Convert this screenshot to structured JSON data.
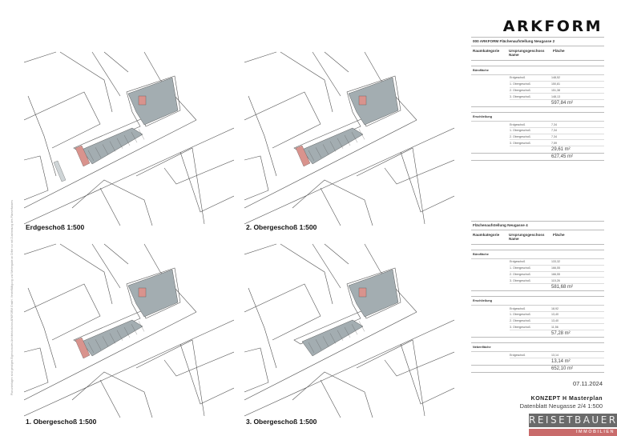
{
  "logo": "ARKFORM",
  "side_note": "Planunterlagen sind geistiges Eigentum des Architekturbüros ARKFORM GmbH. Vervielfältigung und Weitergabe an Dritte nur mit Zustimmung des Planverfassers",
  "plans": [
    {
      "label": "Erdgeschoß 1:500"
    },
    {
      "label": "2. Obergeschoß 1:500"
    },
    {
      "label": "1. Obergeschoß 1:500"
    },
    {
      "label": "3. Obergeschoß 1:500"
    }
  ],
  "colors": {
    "building": "#a3adb1",
    "highlight": "#d9938d",
    "lines": "#555555"
  },
  "table1": {
    "title": "000 ARKFORM Flächenaufstellung Neugasse 2",
    "headers": [
      "Raumkategorie",
      "Ursprungsgeschoss Name",
      "Fläche"
    ],
    "groups": [
      {
        "name": "Bürofläche",
        "rows": [
          [
            "Erdgeschoß",
            "148,52"
          ],
          [
            "1. Obergeschoß",
            "150,81"
          ],
          [
            "2. Obergeschoß",
            "151,38"
          ],
          [
            "3. Obergeschoß",
            "148,13"
          ]
        ],
        "sum": "597,84 m²"
      },
      {
        "name": "Erschließung",
        "rows": [
          [
            "Erdgeschoß",
            "7,34"
          ],
          [
            "1. Obergeschoß",
            "7,34"
          ],
          [
            "2. Obergeschoß",
            "7,34"
          ],
          [
            "3. Obergeschoß",
            "7,59"
          ]
        ],
        "sum": "29,61 m²"
      }
    ],
    "total": "627,45 m²"
  },
  "table2": {
    "title": "Flächenaufstellung Neugasse 4",
    "headers": [
      "Raumkategorie",
      "Ursprungsgeschoss Name",
      "Fläche"
    ],
    "groups": [
      {
        "name": "Bürofläche",
        "rows": [
          [
            "Erdgeschoß",
            "133,32"
          ],
          [
            "1. Obergeschoß",
            "166,55"
          ],
          [
            "2. Obergeschoß",
            "166,55"
          ],
          [
            "3. Obergeschoß",
            "115,26"
          ]
        ],
        "sum": "581,68 m²"
      },
      {
        "name": "Erschließung",
        "rows": [
          [
            "Erdgeschoß",
            "18,92"
          ],
          [
            "1. Obergeschoß",
            "13,40"
          ],
          [
            "2. Obergeschoß",
            "13,40"
          ],
          [
            "3. Obergeschoß",
            "11,56"
          ]
        ],
        "sum": "57,28 m²"
      },
      {
        "name": "Nebenfläche",
        "rows": [
          [
            "Erdgeschoß",
            "13,14"
          ]
        ],
        "sum": "13,14 m²"
      }
    ],
    "total": "652,10 m²"
  },
  "footer": {
    "date": "07.11.2024",
    "project": "KONZEPT  H Masterplan",
    "subtitle": "Datenblatt Neugasse 2/4 1:500"
  },
  "brand": {
    "name": "REISETBAUER",
    "sub": "IMMOBILIEN"
  }
}
